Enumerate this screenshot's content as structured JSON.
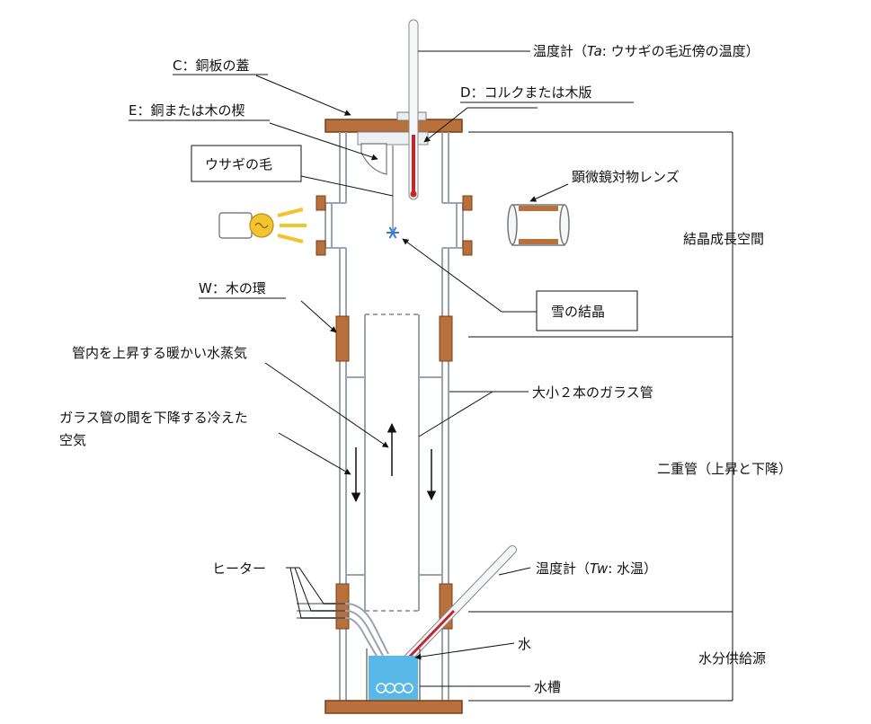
{
  "labels": {
    "thermometer_top": "温度計（",
    "thermometer_top_var": "Ta",
    "thermometer_top_rest": ": ウサギの毛近傍の温度）",
    "copper_lid": "C：銅板の蓋",
    "cork_plate": "D：コルクまたは木版",
    "wedge": "E：銅または木の楔",
    "rabbit_hair": "ウサギの毛",
    "microscope_lens": "顕微鏡対物レンズ",
    "crystal_growth_space": "結晶成長空間",
    "wood_ring": "W：木の環",
    "snow_crystal": "雪の結晶",
    "rising_vapor": "管内を上昇する暖かい水蒸気",
    "glass_tubes": "大小２本のガラス管",
    "descending_air_line1": "ガラス管の間を下降する冷えた",
    "descending_air_line2": "空気",
    "double_tube": "二重管（上昇と下降）",
    "heater": "ヒーター",
    "thermometer_bottom": "温度計（",
    "thermometer_bottom_var": "Tw",
    "thermometer_bottom_rest": ": 水温）",
    "water": "水",
    "water_tank": "水槽",
    "water_supply": "水分供給源"
  },
  "colors": {
    "wood": "#b8703c",
    "wood_dark": "#7a3f16",
    "tube": "#9aa4ae",
    "water": "#5ab8e8",
    "thermo_red": "#c0282e",
    "lamp": "#f2c430",
    "crystal": "#3a78d8"
  }
}
